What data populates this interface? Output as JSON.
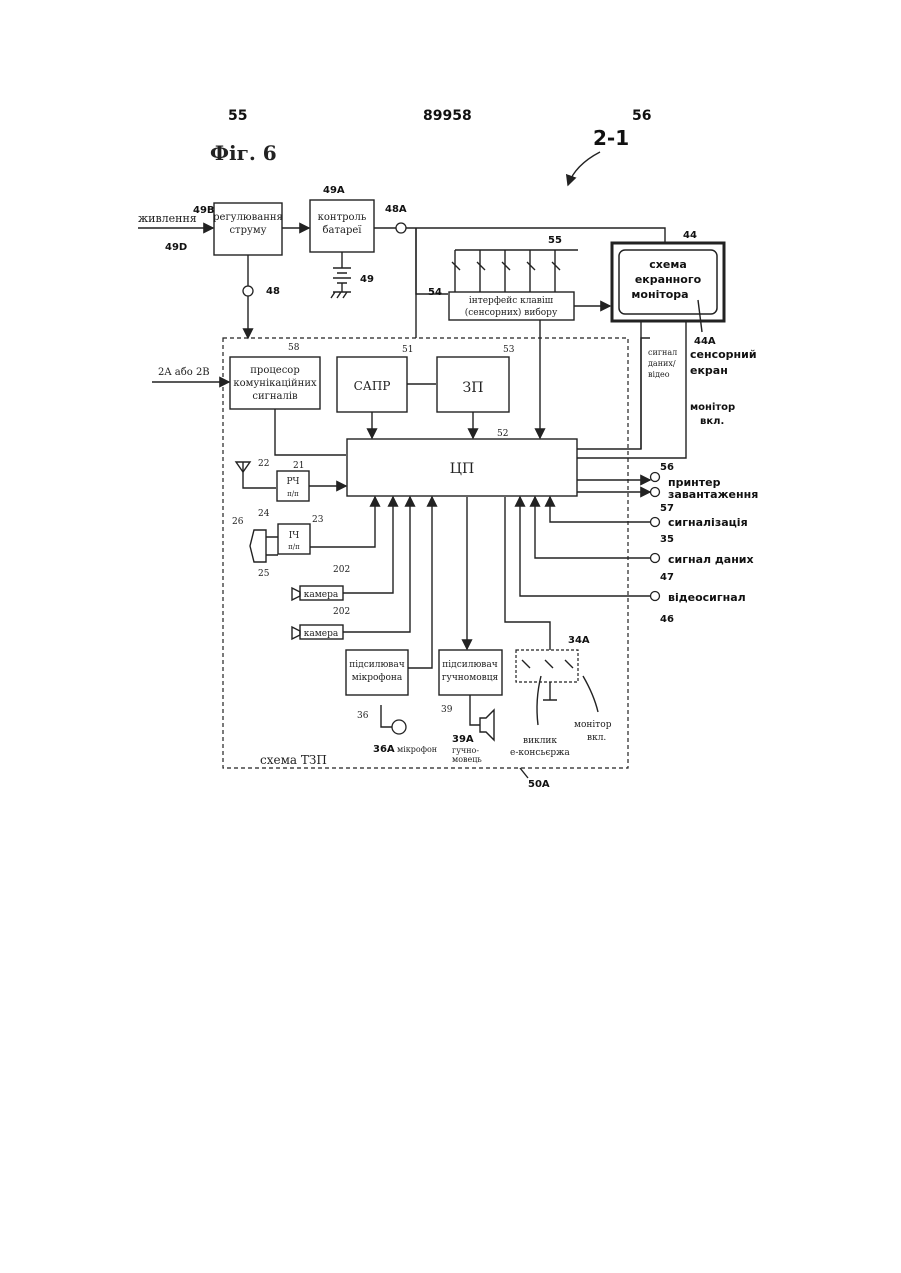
{
  "header": {
    "page_left": "55",
    "doc_number": "89958",
    "page_right": "56",
    "figure_label": "Фіг. 6",
    "ref": "2-1"
  },
  "blocks": {
    "power_reg": [
      "регулювання",
      "струму"
    ],
    "batt_ctrl": [
      "контроль",
      "батареї"
    ],
    "monitor": [
      "схема",
      "екранного",
      "монітора"
    ],
    "keys_iface": [
      "інтерфейс клавіш",
      "(сенсорних) вибору"
    ],
    "comm_proc": [
      "процесор",
      "комунікаційних",
      "сигналів"
    ],
    "sapr": "САПР",
    "zp": "ЗП",
    "cpu": "ЦП",
    "rf": [
      "РЧ",
      "п/п"
    ],
    "if": [
      "ІЧ",
      "п/п"
    ],
    "camera1": "камера",
    "camera2": "камера",
    "mic_amp": [
      "підсилювач",
      "мікрофона"
    ],
    "spk_amp": [
      "підсилювач",
      "гучномовця"
    ]
  },
  "labels": {
    "supply": "живлення",
    "n49b": "49B",
    "n49d": "49D",
    "n49a": "49A",
    "n48a": "48A",
    "n48": "48",
    "n49": "49",
    "n44": "44",
    "n44a": "44A",
    "n55": "55",
    "n54": "54",
    "n58": "58",
    "n51": "51",
    "n53": "53",
    "n52": "52",
    "n22": "22",
    "n21": "21",
    "n26": "26",
    "n24": "24",
    "n23": "23",
    "n25": "25",
    "n202a": "202",
    "n202b": "202",
    "n36": "36",
    "n36a": "36A",
    "n39": "39",
    "n39a": "39A",
    "n34a": "34A",
    "n56": "56",
    "n57": "57",
    "n35": "35",
    "n47": "47",
    "n46": "46",
    "n50a": "50A",
    "line_2a": "2A або 2B",
    "touch_screen": [
      "сенсорний",
      "екран"
    ],
    "sig_data_video": [
      "сигнал",
      "даних/",
      "відео"
    ],
    "monitor_on": [
      "монітор",
      "вкл."
    ],
    "printer": "принтер",
    "loading": "завантаження",
    "alarm": "сигналізація",
    "data_signal": "сигнал даних",
    "video_signal": "відеосигнал",
    "microphone": "мікрофон",
    "speaker": [
      "гучно-",
      "мовець"
    ],
    "concierge": [
      "виклик",
      "е-консьєржа"
    ],
    "monitor_on2": [
      "монітор",
      "вкл."
    ],
    "circuit": "схема ТЗП"
  }
}
